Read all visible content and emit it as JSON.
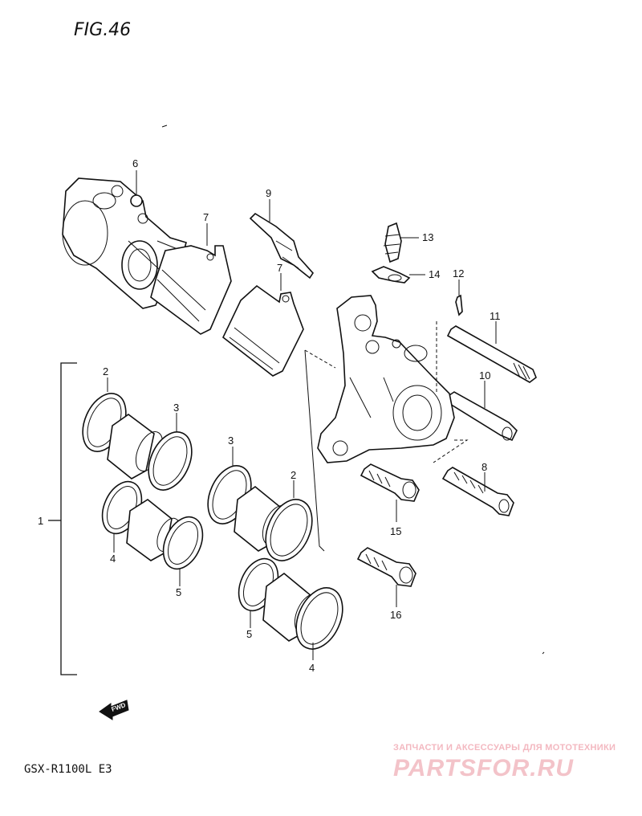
{
  "figure_label": "FIG.46",
  "model_code": "GSX-R1100L E3",
  "forward_badge": "FWD",
  "watermark": {
    "tagline": "ЗАПЧАСТИ И АКСЕССУАРЫ ДЛЯ МОТОТЕХНИКИ",
    "site": "PARTSFOR.RU"
  },
  "callouts": {
    "c1": "1",
    "c2a": "2",
    "c2b": "2",
    "c3a": "3",
    "c3b": "3",
    "c4a": "4",
    "c4b": "4",
    "c5a": "5",
    "c5b": "5",
    "c6": "6",
    "c7a": "7",
    "c7b": "7",
    "c8": "8",
    "c9": "9",
    "c10": "10",
    "c11": "11",
    "c12": "12",
    "c13": "13",
    "c14": "14",
    "c15": "15",
    "c16": "16"
  }
}
